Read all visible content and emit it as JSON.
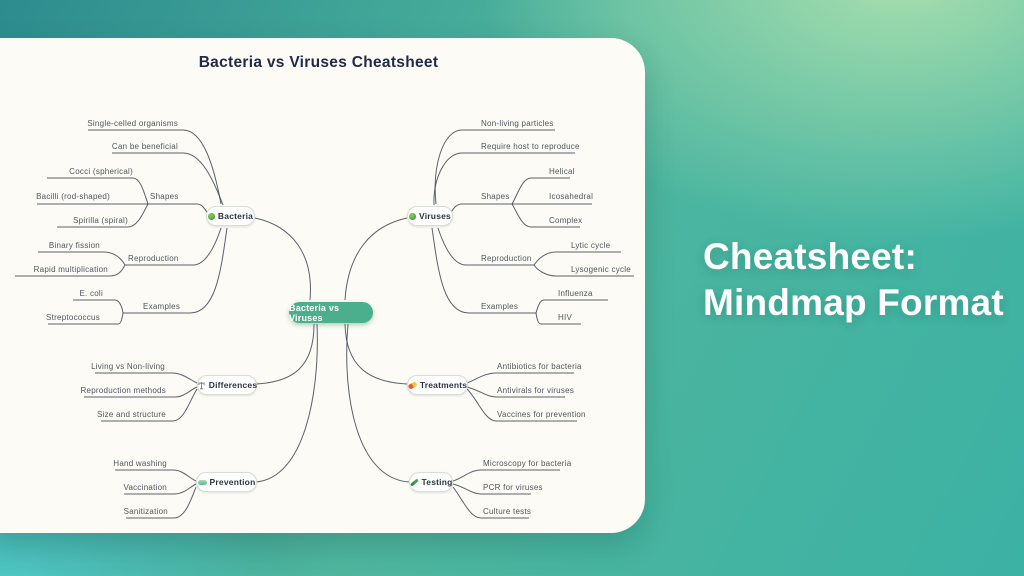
{
  "card": {
    "title": "Bacteria vs Viruses Cheatsheet"
  },
  "headline": {
    "line1": "Cheatsheet:",
    "line2": "Mindmap Format"
  },
  "mindmap": {
    "center": {
      "label": "Bacteria vs Viruses"
    },
    "bacteria": {
      "label": "Bacteria",
      "icon": "microbe-icon",
      "facts": [
        "Single-celled organisms",
        "Can be beneficial"
      ],
      "shapes": {
        "label": "Shapes",
        "items": [
          "Cocci (spherical)",
          "Bacilli (rod-shaped)",
          "Spirilla (spiral)"
        ]
      },
      "reproduction": {
        "label": "Reproduction",
        "items": [
          "Binary fission",
          "Rapid multiplication"
        ]
      },
      "examples": {
        "label": "Examples",
        "items": [
          "E. coli",
          "Streptococcus"
        ]
      }
    },
    "viruses": {
      "label": "Viruses",
      "icon": "microbe-icon",
      "facts": [
        "Non-living particles",
        "Require host to reproduce"
      ],
      "shapes": {
        "label": "Shapes",
        "items": [
          "Helical",
          "Icosahedral",
          "Complex"
        ]
      },
      "reproduction": {
        "label": "Reproduction",
        "items": [
          "Lytic cycle",
          "Lysogenic cycle"
        ]
      },
      "examples": {
        "label": "Examples",
        "items": [
          "Influenza",
          "HIV"
        ]
      }
    },
    "differences": {
      "label": "Differences",
      "icon": "balance-scale-icon",
      "items": [
        "Living vs Non-living",
        "Reproduction methods",
        "Size and structure"
      ]
    },
    "prevention": {
      "label": "Prevention",
      "icon": "soap-icon",
      "items": [
        "Hand washing",
        "Vaccination",
        "Sanitization"
      ]
    },
    "treatments": {
      "label": "Treatments",
      "icon": "pill-icon",
      "items": [
        "Antibiotics for bacteria",
        "Antivirals for viruses",
        "Vaccines for prevention"
      ]
    },
    "testing": {
      "label": "Testing",
      "icon": "test-tube-icon",
      "items": [
        "Microscopy for bacteria",
        "PCR for viruses",
        "Culture tests"
      ]
    }
  },
  "colors": {
    "center_node": "#4BAE8C",
    "connector": "#3E4550",
    "card_bg": "#FCFBF5",
    "title_text": "#1E2A47",
    "headline_text": "#FFFFFF",
    "bg_teal_dark": "#2D8C8E",
    "bg_green_light": "#AADFAE",
    "bg_teal_bottom": "#3CB2A4"
  }
}
